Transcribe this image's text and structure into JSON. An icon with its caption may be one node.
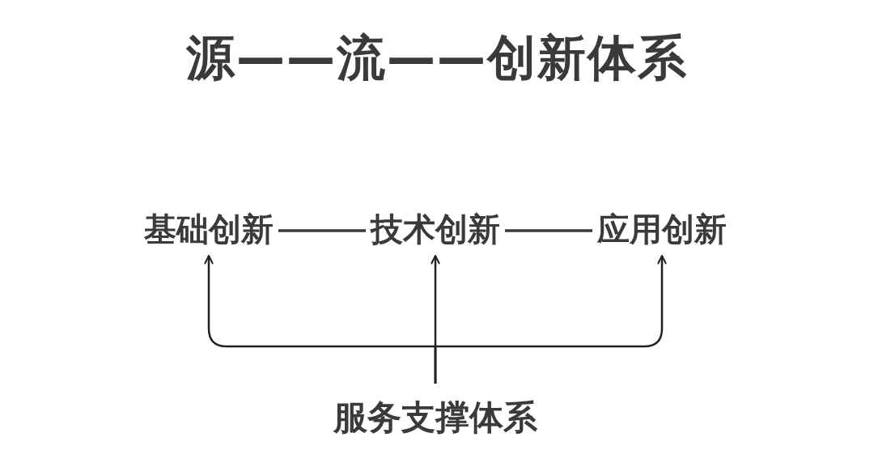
{
  "diagram": {
    "title": "源——流——创新体系",
    "nodes": [
      {
        "text": [
          "基础创新"
        ]
      },
      {
        "text": [
          "技术创新"
        ]
      },
      {
        "text": [
          "应用创新"
        ]
      },
      {
        "text": [
          "服务支撑体系"
        ]
      }
    ],
    "edges": [
      {
        "from": 0,
        "to": 1,
        "arrow": "none"
      },
      {
        "from": 1,
        "to": 2,
        "arrow": "none"
      },
      {
        "from": 3,
        "to": 0,
        "arrow": "to"
      },
      {
        "from": 3,
        "to": 1,
        "arrow": "to"
      },
      {
        "from": 3,
        "to": 2,
        "arrow": "to"
      }
    ]
  }
}
